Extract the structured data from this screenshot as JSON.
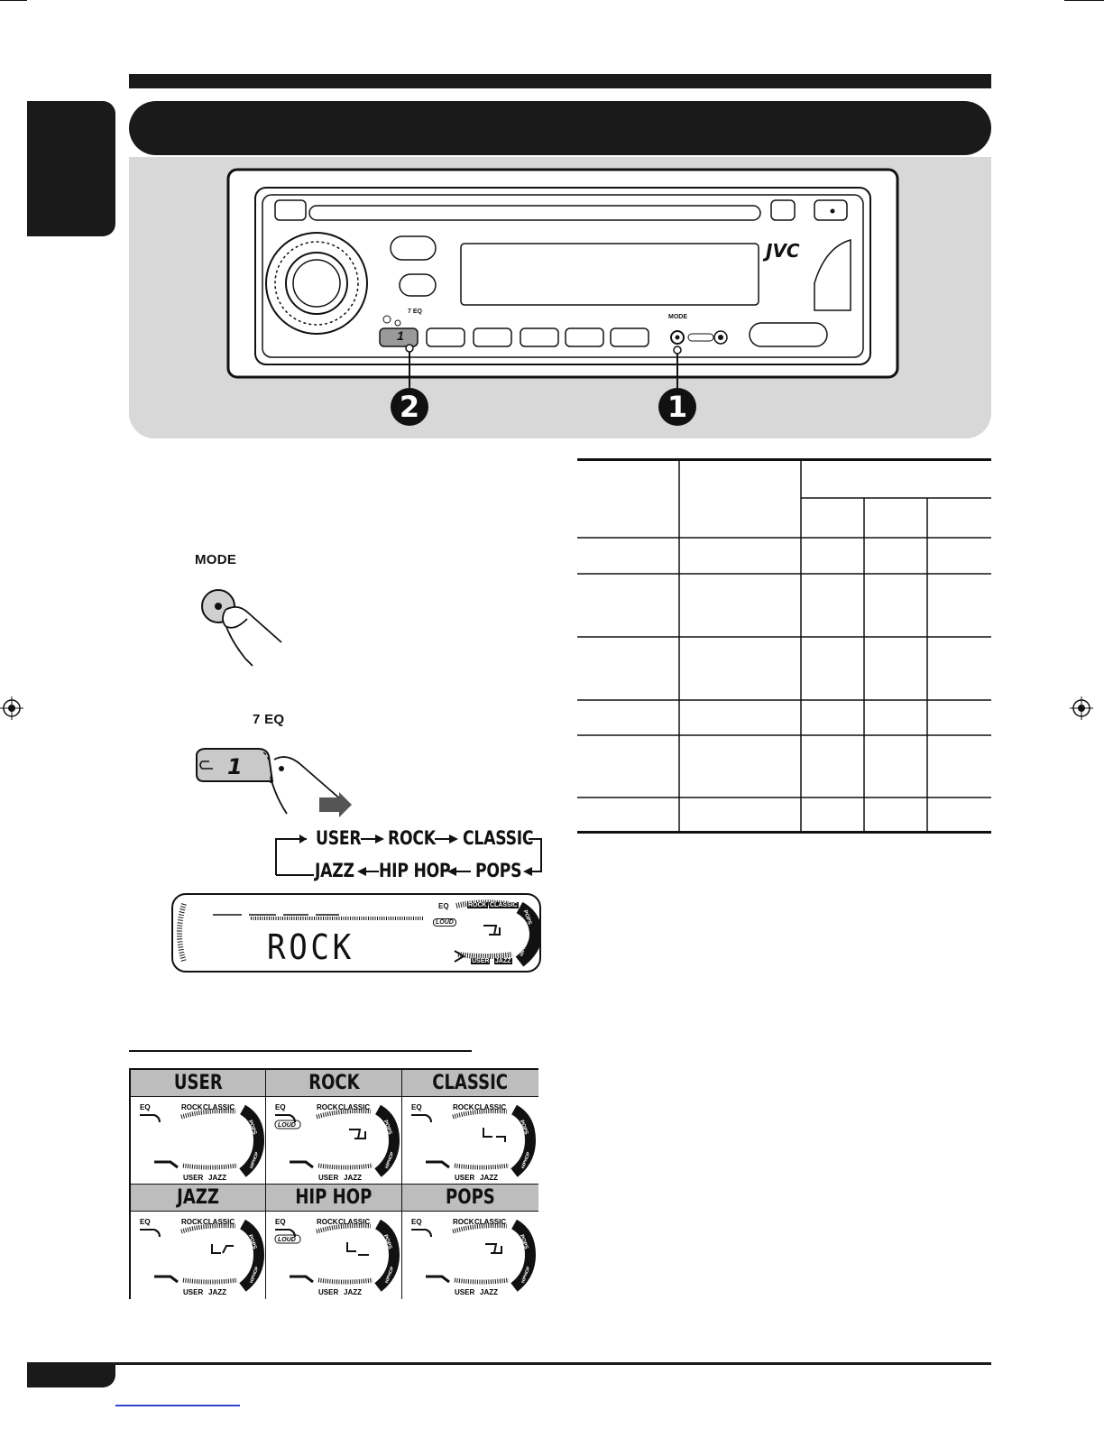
{
  "device": {
    "brand": "JVC",
    "preset_label": "7 EQ",
    "mode_label": "MODE",
    "preset_button_number": "1",
    "callouts": [
      "2",
      "1"
    ]
  },
  "steps": {
    "mode_button_label": "MODE",
    "eq_button_label": "7 EQ",
    "eq_button_number": "1"
  },
  "eq_flow": {
    "row1": [
      "USER",
      "ROCK",
      "CLASSIC"
    ],
    "row2": [
      "JAZZ",
      "HIP HOP",
      "POPS"
    ]
  },
  "display": {
    "main_text": "ROCK",
    "indicators": {
      "eq": "EQ",
      "loud": "LOUD",
      "rock": "ROCK",
      "classic": "CLASSIC",
      "pops": "POPS",
      "hiphop": "HIPHOP",
      "user": "USER",
      "jazz": "JAZZ"
    }
  },
  "mode_grid": {
    "modes": [
      {
        "name": "USER",
        "loud": false
      },
      {
        "name": "ROCK",
        "loud": true
      },
      {
        "name": "CLASSIC",
        "loud": false
      },
      {
        "name": "JAZZ",
        "loud": false
      },
      {
        "name": "HIP HOP",
        "loud": true
      },
      {
        "name": "POPS",
        "loud": false
      }
    ]
  }
}
